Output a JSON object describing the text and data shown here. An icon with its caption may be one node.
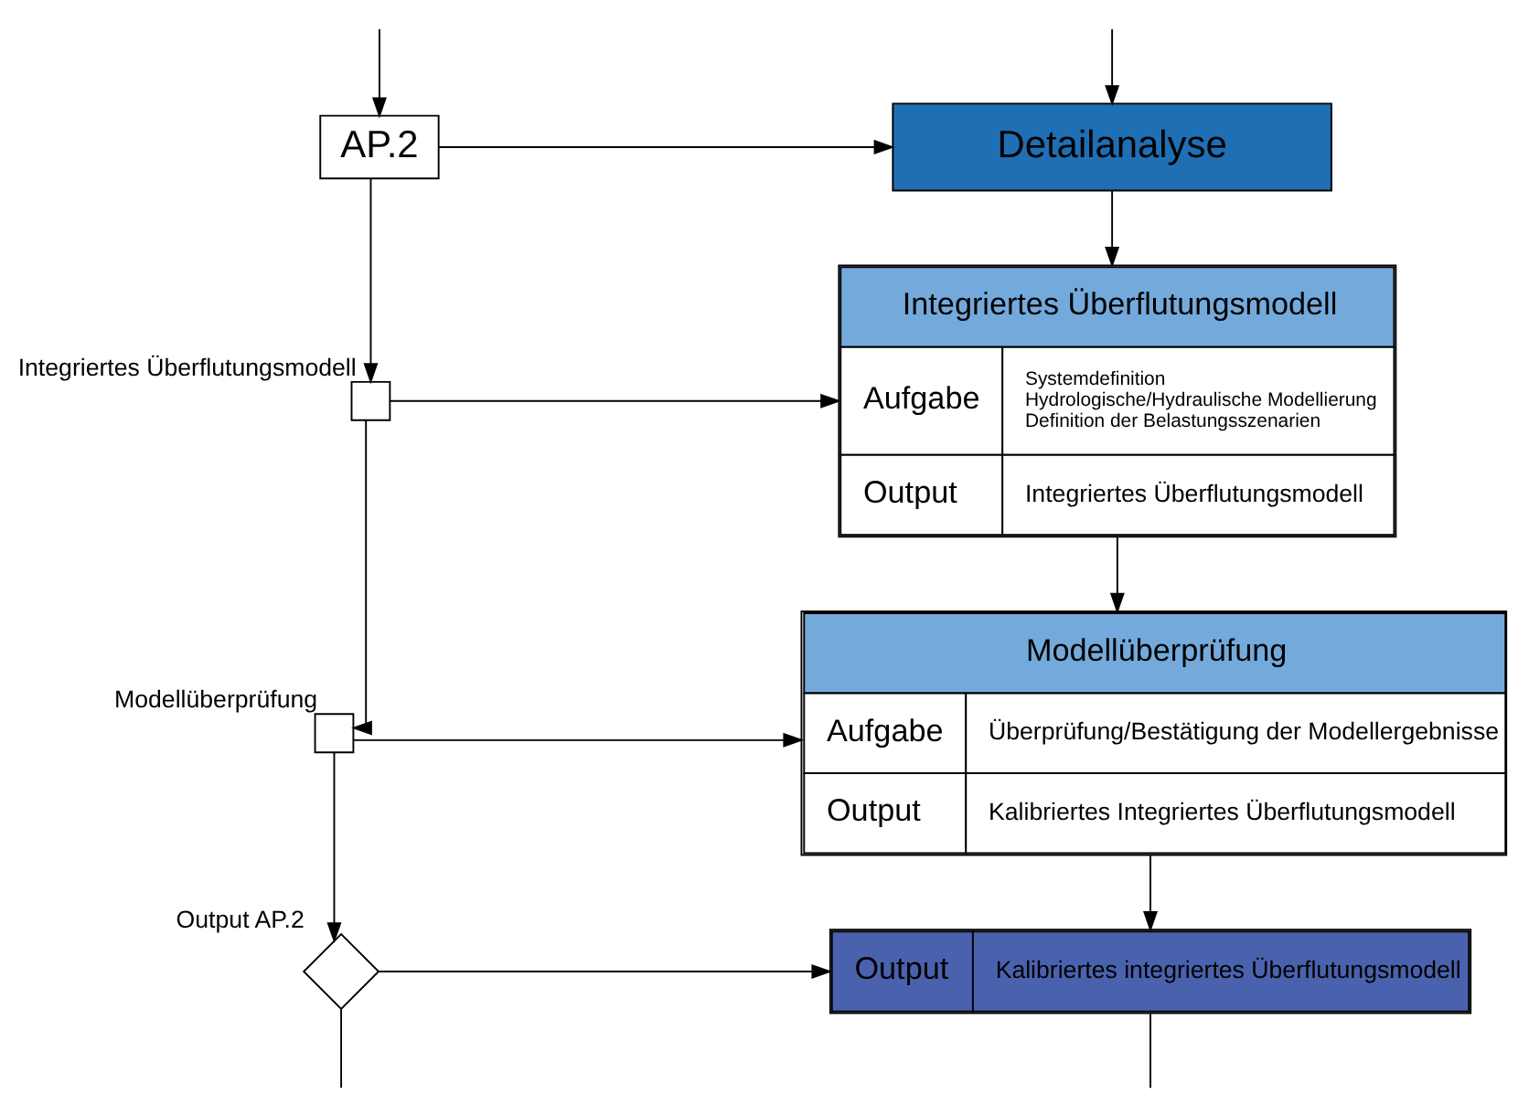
{
  "diagram": {
    "nodes": [
      {
        "text": [
          "AP.2"
        ]
      },
      {
        "text": [
          "Detailanalyse"
        ]
      },
      {
        "text": [],
        "shape": "box",
        "beside": [
          "Integriertes Überflutungsmodell"
        ]
      },
      {
        "text": [
          "Integriertes Überflutungsmodell",
          "Aufgabe",
          "Systemdefinition",
          "Hydrologische/Hydraulische Modellierung",
          "Definition der Belastungsszenarien",
          "Output",
          "Integriertes Überflutungsmodell"
        ]
      },
      {
        "text": [],
        "shape": "box",
        "beside": [
          "Modellüberprüfung"
        ]
      },
      {
        "text": [
          "Modellüberprüfung",
          "Aufgabe",
          "Überprüfung/Bestätigung der Modellergebnisse",
          "Output",
          "Kalibriertes Integriertes Überflutungsmodell"
        ]
      },
      {
        "text": [],
        "shape": "diamond",
        "beside": [
          "Output AP.2"
        ]
      },
      {
        "text": [
          "Output",
          "Kalibriertes integriertes Überflutungsmodell"
        ]
      }
    ],
    "edges": [
      {
        "from": null,
        "to": 0,
        "arrow": "to"
      },
      {
        "from": null,
        "to": 1,
        "arrow": "to"
      },
      {
        "from": 0,
        "to": 1,
        "arrow": "to"
      },
      {
        "from": 0,
        "to": 2,
        "arrow": "to"
      },
      {
        "from": 2,
        "to": 3,
        "arrow": "to"
      },
      {
        "from": 1,
        "to": 3,
        "arrow": "to"
      },
      {
        "from": 2,
        "to": 4,
        "arrow": "to"
      },
      {
        "from": 4,
        "to": 5,
        "arrow": "to"
      },
      {
        "from": 3,
        "to": 5,
        "arrow": "to"
      },
      {
        "from": 4,
        "to": 6,
        "arrow": "to"
      },
      {
        "from": 6,
        "to": 7,
        "arrow": "to"
      },
      {
        "from": 5,
        "to": 7,
        "arrow": "to"
      },
      {
        "from": 6,
        "to": null,
        "arrow": "none"
      },
      {
        "from": 7,
        "to": null,
        "arrow": "none"
      }
    ]
  }
}
